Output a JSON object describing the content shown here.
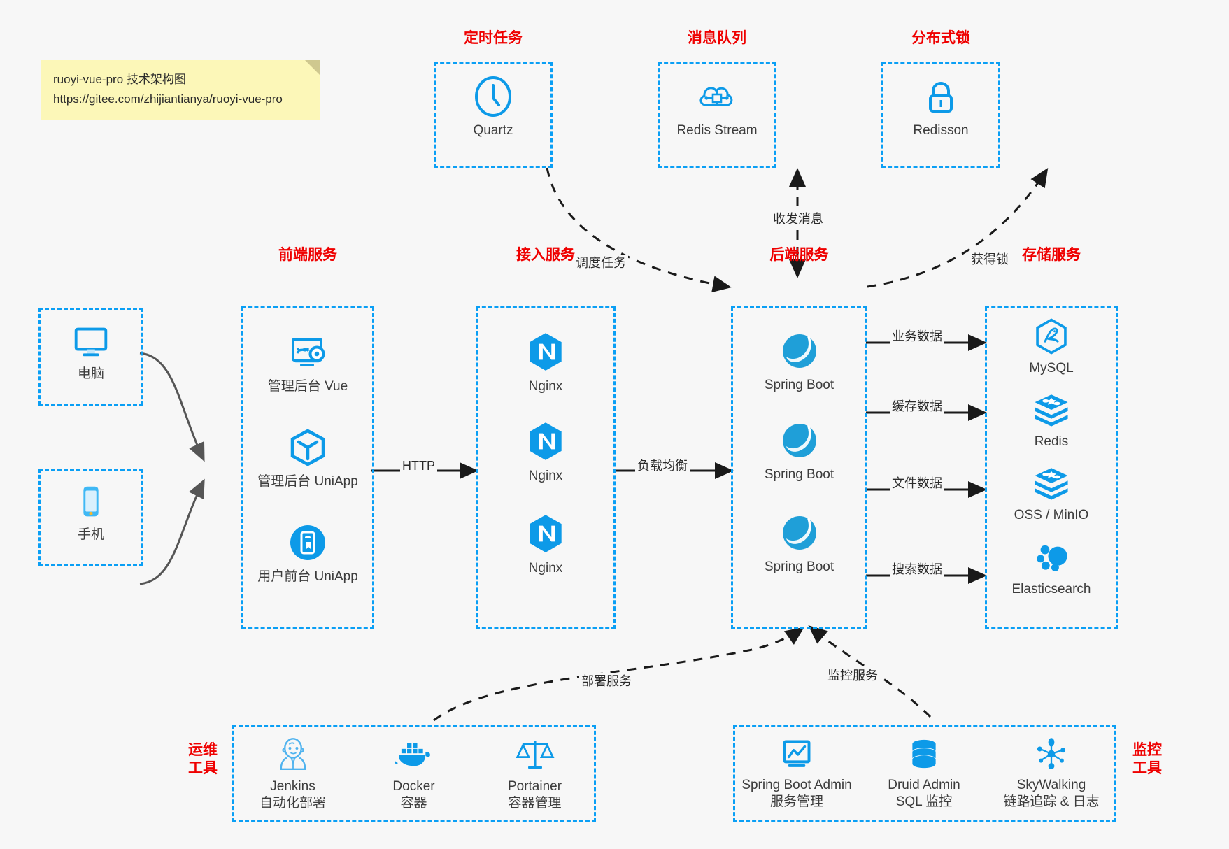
{
  "note": {
    "line1": "ruoyi-vue-pro 技术架构图",
    "line2": "https://gitee.com/zhijiantianya/ruoyi-vue-pro"
  },
  "colors": {
    "accent_blue": "#0a9ff5",
    "icon_blue": "#0d9ae8",
    "title_red": "#ef0000",
    "text_dark": "#3c3c3c",
    "background": "#f7f7f7",
    "note_yellow": "#fcf7b8",
    "wire_gray": "#555555",
    "wire_black": "#1a1a1a"
  },
  "groups": {
    "scheduled_task": {
      "title": "定时任务",
      "nodes": [
        {
          "label": "Quartz",
          "icon": "clock-icon"
        }
      ]
    },
    "message_queue": {
      "title": "消息队列",
      "nodes": [
        {
          "label": "Redis Stream",
          "icon": "cloud-stream-icon"
        }
      ]
    },
    "distributed_lock": {
      "title": "分布式锁",
      "nodes": [
        {
          "label": "Redisson",
          "icon": "lock-icon"
        }
      ]
    },
    "clients": {
      "nodes": [
        {
          "label": "电脑",
          "icon": "desktop-icon"
        },
        {
          "label": "手机",
          "icon": "mobile-icon"
        }
      ]
    },
    "frontend": {
      "title": "前端服务",
      "nodes": [
        {
          "label": "管理后台 Vue",
          "icon": "dashboard-icon"
        },
        {
          "label": "管理后台 UniApp",
          "icon": "cube-icon"
        },
        {
          "label": "用户前台 UniApp",
          "icon": "app-icon"
        }
      ]
    },
    "gateway": {
      "title": "接入服务",
      "nodes": [
        {
          "label": "Nginx",
          "icon": "nginx-icon"
        },
        {
          "label": "Nginx",
          "icon": "nginx-icon"
        },
        {
          "label": "Nginx",
          "icon": "nginx-icon"
        }
      ]
    },
    "backend": {
      "title": "后端服务",
      "nodes": [
        {
          "label": "Spring Boot",
          "icon": "spring-icon"
        },
        {
          "label": "Spring Boot",
          "icon": "spring-icon"
        },
        {
          "label": "Spring Boot",
          "icon": "spring-icon"
        }
      ]
    },
    "storage": {
      "title": "存储服务",
      "nodes": [
        {
          "label": "MySQL",
          "icon": "mysql-icon"
        },
        {
          "label": "Redis",
          "icon": "redis-icon"
        },
        {
          "label": "OSS / MinIO",
          "icon": "redis-icon"
        },
        {
          "label": "Elasticsearch",
          "icon": "elasticsearch-icon"
        }
      ]
    },
    "devops": {
      "title": "运维\n工具",
      "title_line1": "运维",
      "title_line2": "工具",
      "nodes": [
        {
          "label": "Jenkins",
          "sublabel": "自动化部署",
          "icon": "jenkins-icon"
        },
        {
          "label": "Docker",
          "sublabel": "容器",
          "icon": "docker-icon"
        },
        {
          "label": "Portainer",
          "sublabel": "容器管理",
          "icon": "scales-icon"
        }
      ]
    },
    "monitoring": {
      "title_line1": "监控",
      "title_line2": "工具",
      "nodes": [
        {
          "label": "Spring Boot Admin",
          "sublabel": "服务管理",
          "icon": "monitor-chart-icon"
        },
        {
          "label": "Druid Admin",
          "sublabel": "SQL 监控",
          "icon": "database-icon"
        },
        {
          "label": "SkyWalking",
          "sublabel": "链路追踪 & 日志",
          "icon": "skywalking-icon"
        }
      ]
    }
  },
  "edges": [
    {
      "id": "schedule",
      "label": "调度任务"
    },
    {
      "id": "mq",
      "label": "收发消息"
    },
    {
      "id": "lock",
      "label": "获得锁"
    },
    {
      "id": "http",
      "label": "HTTP"
    },
    {
      "id": "lb",
      "label": "负载均衡"
    },
    {
      "id": "biz",
      "label": "业务数据"
    },
    {
      "id": "cache",
      "label": "缓存数据"
    },
    {
      "id": "file",
      "label": "文件数据"
    },
    {
      "id": "search",
      "label": "搜索数据"
    },
    {
      "id": "deploy",
      "label": "部署服务"
    },
    {
      "id": "monitor",
      "label": "监控服务"
    }
  ]
}
